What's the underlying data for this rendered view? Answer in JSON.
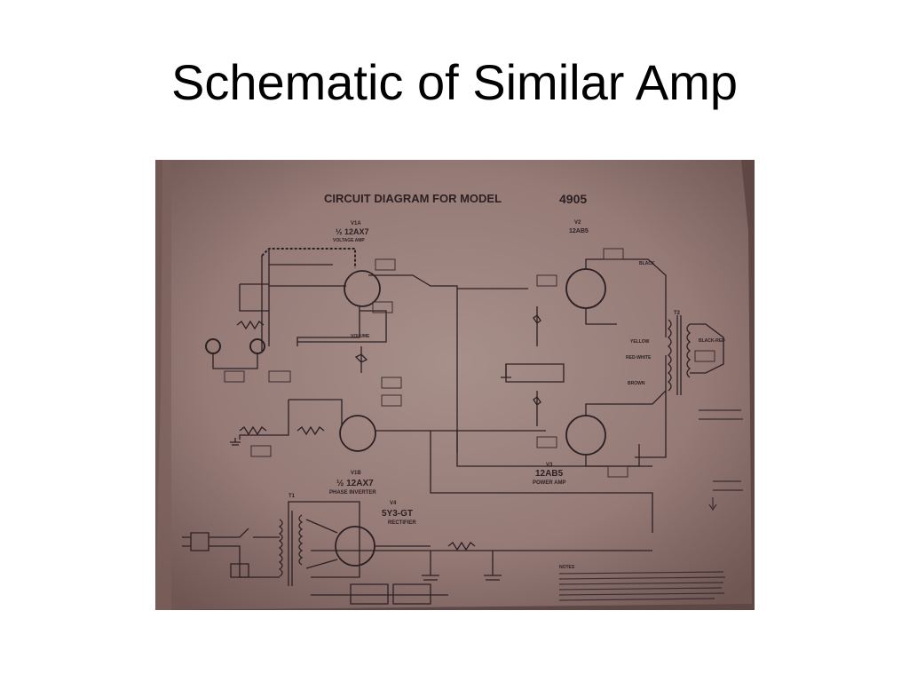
{
  "slide": {
    "title": "Schematic of Similar Amp"
  },
  "schematic": {
    "heading": "CIRCUIT DIAGRAM FOR MODEL",
    "model_number": "4905",
    "tubes": {
      "v1a_id": "V1A",
      "v1a_type": "½ 12AX7",
      "v1a_role": "VOLTAGE AMP",
      "v2_id": "V2",
      "v2_type": "12AB5",
      "v1b_id": "V1B",
      "v1b_type": "½ 12AX7",
      "v1b_role": "PHASE INVERTER",
      "v3_id": "V3",
      "v3_type": "12AB5",
      "v3_role": "POWER AMP",
      "v4_id": "V4",
      "v4_type": "5Y3-GT",
      "v4_role": "RECTIFIER"
    },
    "labels": {
      "volume": "VOLUME",
      "yellow": "YELLOW",
      "black": "BLACK",
      "red_white": "RED-WHITE",
      "brown": "BROWN",
      "black_red": "BLACK-RED",
      "t1": "T1",
      "t2": "T2",
      "notes": "NOTES"
    }
  }
}
